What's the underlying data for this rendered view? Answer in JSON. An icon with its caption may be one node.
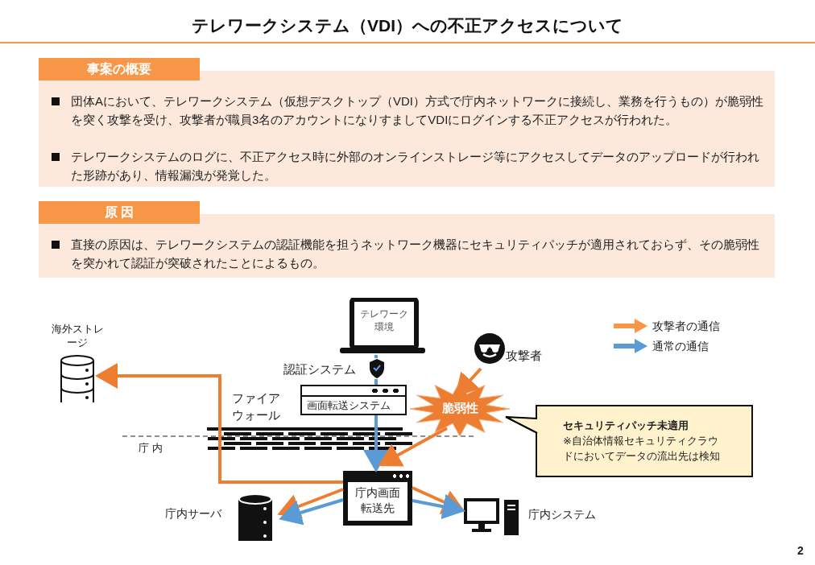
{
  "diagram": {
    "title": "テレワークシステム（VDI）への不正アクセスについて",
    "nodes": [
      {
        "text": [
          "事案の概要",
          "団体Aにおいて、テレワークシステム（仮想デスクトップ（VDI）方式で庁内ネットワークに接続し、業務を行うもの）が脆弱性を突く攻撃を受け、攻撃者が職員3名のアカウントになりすましてVDIにログインする不正アクセスが行われた。",
          "テレワークシステムのログに、不正アクセス時に外部のオンラインストレージ等にアクセスしてデータのアップロードが行われた形跡があり、情報漏洩が発覚した。"
        ]
      },
      {
        "text": [
          "原 因",
          "直接の原因は、テレワークシステムの認証機能を担うネットワーク機器にセキュリティパッチが適用されておらず、その脆弱性を突かれて認証が突破されたことによるもの。"
        ]
      },
      {
        "text": [
          "テレワーク環境"
        ]
      },
      {
        "text": [
          "画面転送システム"
        ]
      },
      {
        "text": [],
        "shape": "person",
        "beside": [
          "攻撃者"
        ]
      },
      {
        "text": [
          "脆弱性"
        ]
      },
      {
        "text": [
          "セキュリティパッチ未適用",
          "※自治体情報セキュリティクラウドにおいてデータの流出先は検知"
        ]
      },
      {
        "text": [],
        "shape": "cylinder",
        "beside": [
          "海外ストレージ"
        ]
      },
      {
        "text": [
          "庁内画面転送先"
        ]
      },
      {
        "text": [],
        "shape": "cylinder",
        "beside": [
          "庁内サーバ"
        ]
      },
      {
        "text": [],
        "shape": "computer",
        "beside": [
          "庁内システム"
        ]
      },
      {
        "text": [],
        "shape": "shield",
        "beside": [
          "認証システム"
        ]
      }
    ],
    "edges": [
      {
        "from": 2,
        "to": 11,
        "arrow": "none",
        "color": "#5b9bd5"
      },
      {
        "from": 11,
        "to": 3,
        "arrow": "none",
        "color": "#5b9bd5"
      },
      {
        "from": 3,
        "to": 8,
        "arrow": "to",
        "color": "#5b9bd5"
      },
      {
        "from": 4,
        "to": 5,
        "arrow": "to",
        "color": "#ed7d31"
      },
      {
        "from": 5,
        "to": 8,
        "arrow": "to",
        "color": "#ed7d31"
      },
      {
        "from": 8,
        "to": 7,
        "arrow": "to",
        "color": "#ed7d31"
      },
      {
        "from": 8,
        "to": 9,
        "arrow": "to",
        "color": "#ed7d31"
      },
      {
        "from": 8,
        "to": 9,
        "arrow": "to",
        "color": "#5b9bd5"
      },
      {
        "from": 8,
        "to": 10,
        "arrow": "to",
        "color": "#ed7d31"
      },
      {
        "from": 8,
        "to": 10,
        "arrow": "to",
        "color": "#5b9bd5"
      },
      {
        "from": 6,
        "to": 5,
        "arrow": "none",
        "color": "#000000"
      }
    ],
    "labels": [
      "ファイアウォール",
      "庁内",
      "2"
    ],
    "legend": [
      {
        "text": "攻撃者の通信"
      },
      {
        "text": "通常の通信"
      }
    ]
  }
}
